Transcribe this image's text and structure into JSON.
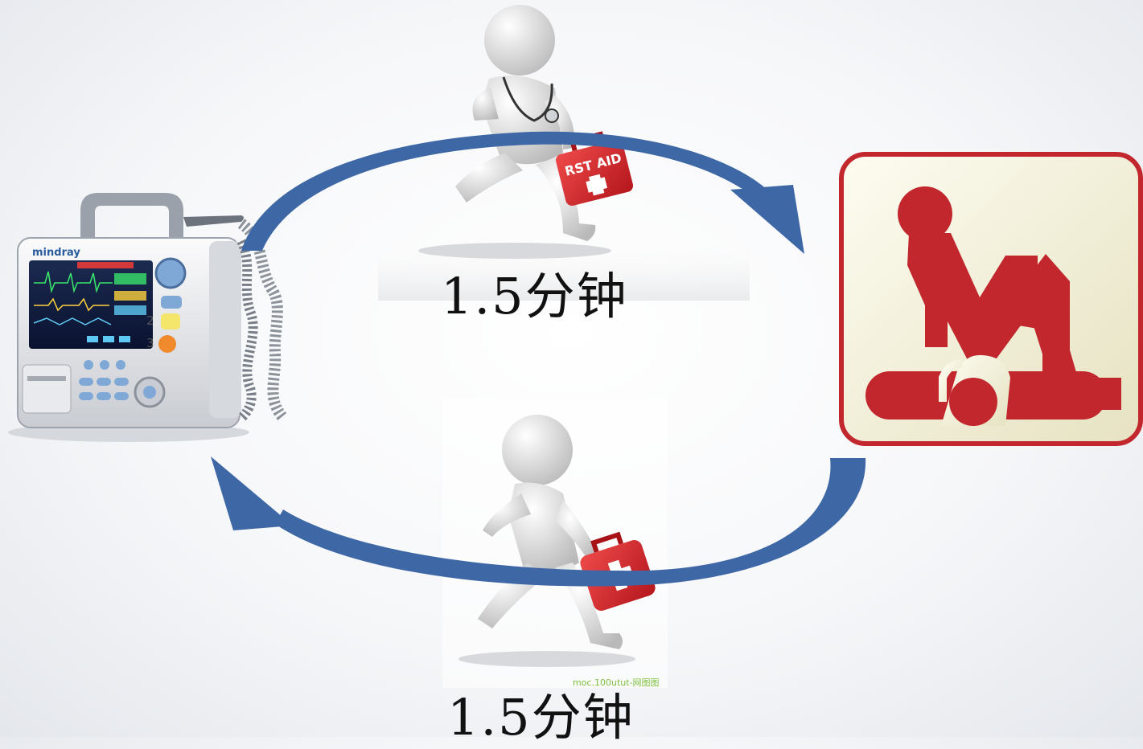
{
  "step_top": {
    "label": "1.5分钟"
  },
  "step_bottom": {
    "label": "1.5分钟"
  },
  "first_aid_kit": {
    "label": "RST AID"
  },
  "watermark": {
    "text": "moc.100utut-网图图"
  },
  "device": {
    "brand": "mindray"
  },
  "icons": {
    "defibrillator": "defibrillator-device",
    "cpr": "cpr-sign",
    "runner_top": "doctor-running-with-first-aid-kit",
    "runner_bottom": "person-running-with-first-aid-kit"
  },
  "colors": {
    "arrow": "#3e67a6",
    "cpr_red": "#c1272d",
    "cpr_bg": "#f3f0d8"
  }
}
